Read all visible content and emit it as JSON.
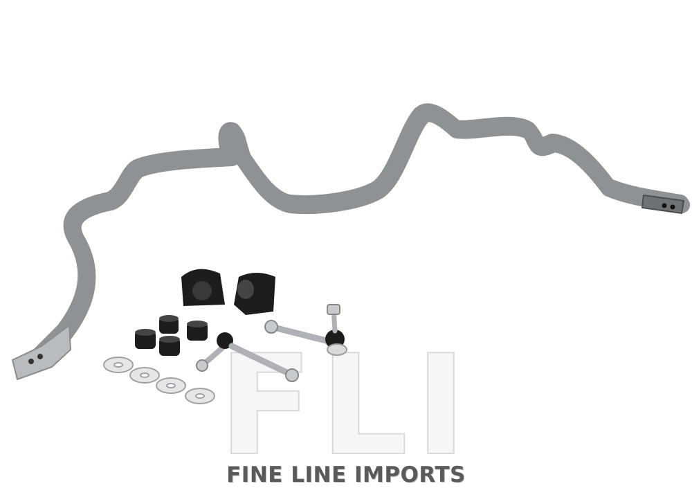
{
  "photo": {
    "subject": "sway-bar-kit",
    "bar_color": "#cfd1d3",
    "rubber_color": "#1c1c1c",
    "hardware_color": "#b8bcc0"
  },
  "watermark": {
    "monogram": "FLI",
    "brand": "FINE LINE IMPORTS",
    "brand_color": "#5a5a5a"
  }
}
